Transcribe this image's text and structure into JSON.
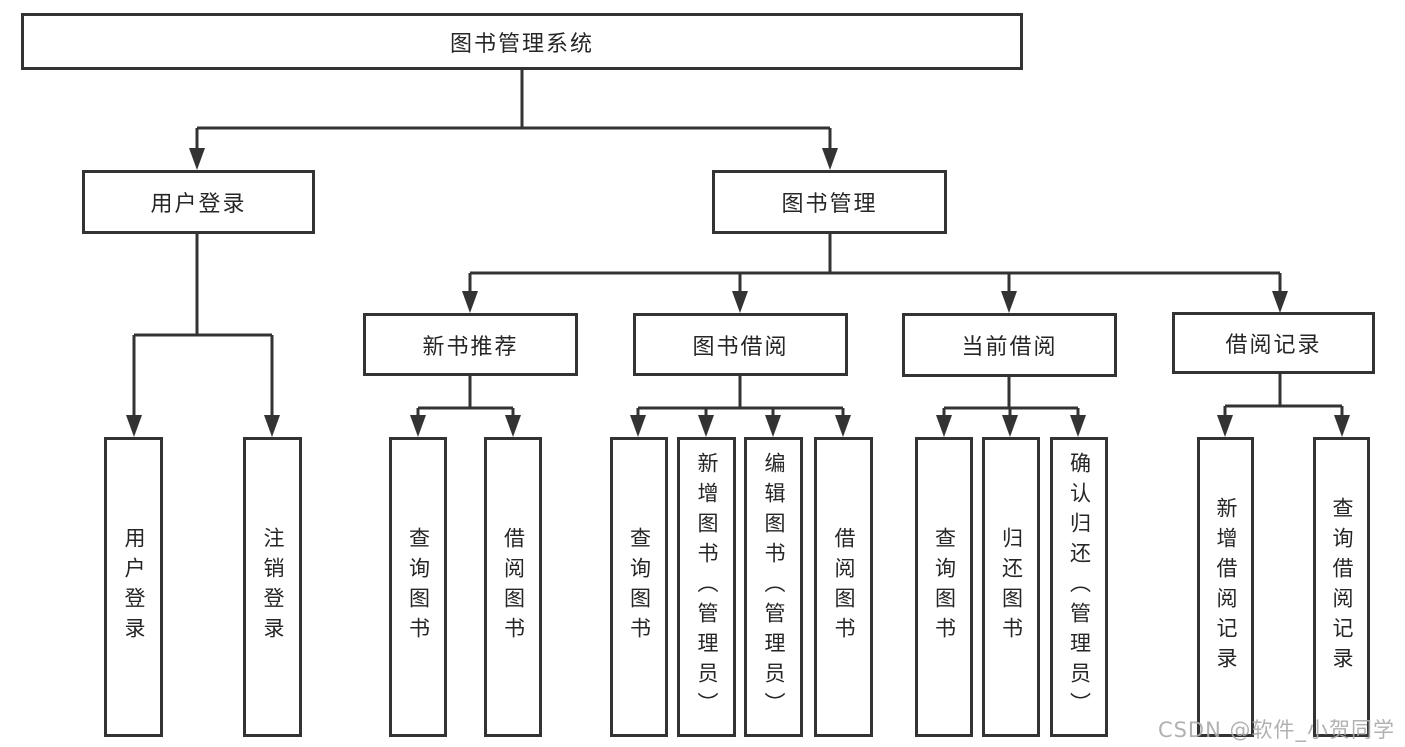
{
  "tree": {
    "label": "图书管理系统",
    "children": [
      {
        "label": "用户登录",
        "children": [
          {
            "label": "用户登录"
          },
          {
            "label": "注销登录"
          }
        ]
      },
      {
        "label": "图书管理",
        "children": [
          {
            "label": "新书推荐",
            "children": [
              {
                "label": "查询图书"
              },
              {
                "label": "借阅图书"
              }
            ]
          },
          {
            "label": "图书借阅",
            "children": [
              {
                "label": "查询图书"
              },
              {
                "label": "新增图书（管理员）"
              },
              {
                "label": "编辑图书（管理员）"
              },
              {
                "label": "借阅图书"
              }
            ]
          },
          {
            "label": "当前借阅",
            "children": [
              {
                "label": "查询图书"
              },
              {
                "label": "归还图书"
              },
              {
                "label": "确认归还（管理员）"
              }
            ]
          },
          {
            "label": "借阅记录",
            "children": [
              {
                "label": "新增借阅记录"
              },
              {
                "label": "查询借阅记录"
              }
            ]
          }
        ]
      }
    ]
  },
  "watermark": {
    "text": "CSDN @软件_小贺同学"
  },
  "colors": {
    "line": "#333333",
    "text": "#262626",
    "background": "#ffffff",
    "watermark": "#ababab"
  }
}
